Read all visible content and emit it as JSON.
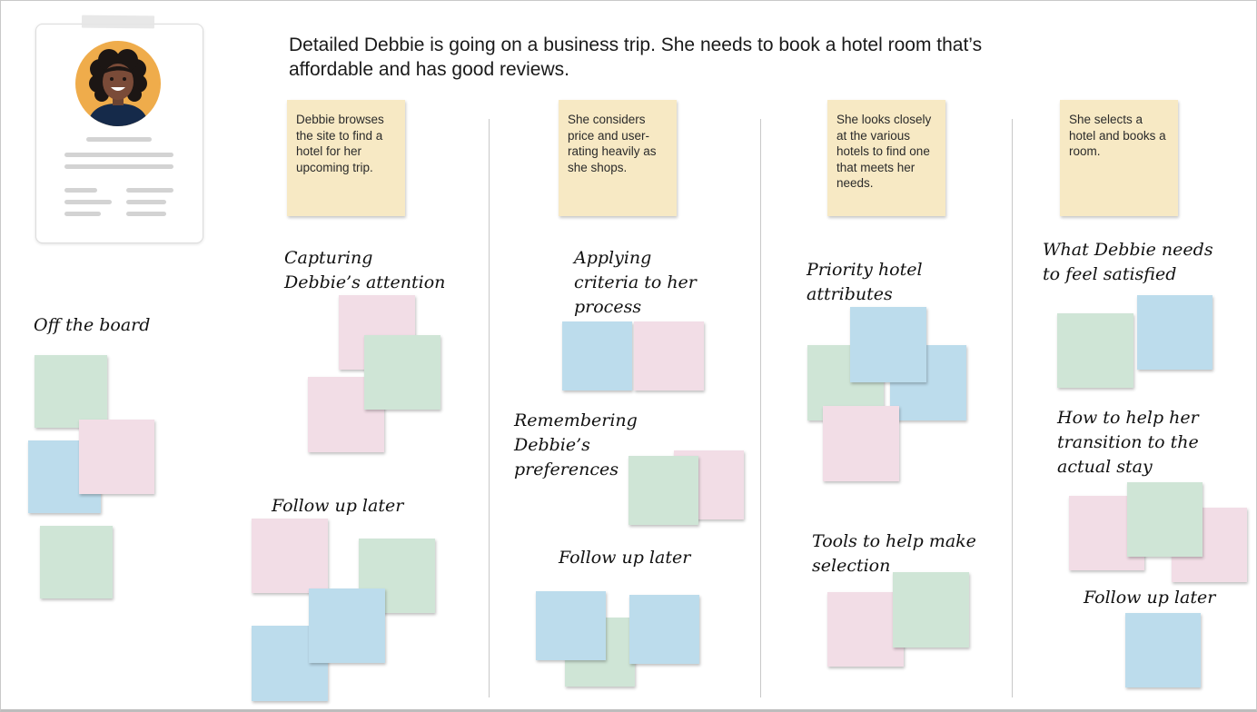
{
  "scenario": "Detailed Debbie is going on a business trip. She needs to book a hotel room that’s affordable and has good reviews.",
  "persona": {
    "avatar_icon": "persona-avatar-icon"
  },
  "colors": {
    "yellow": "#f7e9c4",
    "green": "#cfe5d6",
    "pink": "#f2dde6",
    "blue": "#bcdcec"
  },
  "off_board": {
    "label": "Off the board"
  },
  "stages": [
    {
      "description": "Debbie browses the site to find a hotel for her upcoming trip.",
      "groups": [
        "Capturing\nDebbie’s attention",
        "Follow up later"
      ]
    },
    {
      "description": "She considers price and user-rating heavily as she shops.",
      "groups": [
        "Applying\ncriteria to her\nprocess",
        "Remembering\nDebbie’s\npreferences",
        "Follow up later"
      ]
    },
    {
      "description": "She looks closely at the various hotels to find one that meets her needs.",
      "groups": [
        "Priority hotel\nattributes",
        "Tools to help make\nselection"
      ]
    },
    {
      "description": "She selects a hotel and books a room.",
      "groups": [
        "What Debbie needs\nto feel satisfied",
        "How to help her\ntransition to the\nactual stay",
        "Follow up later"
      ]
    }
  ]
}
